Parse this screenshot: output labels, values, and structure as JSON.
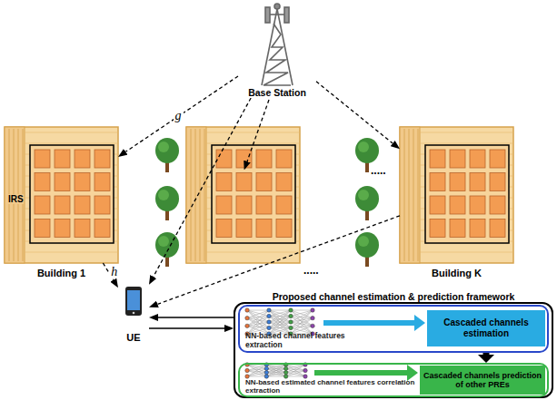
{
  "diagram": {
    "nodes": [
      {
        "text": [
          "Base Station"
        ]
      },
      {
        "text": [
          "IRS",
          "Building 1"
        ]
      },
      {
        "text": [
          "Building K"
        ]
      },
      {
        "text": [
          "UE"
        ]
      },
      {
        "text": [
          "Proposed channel estimation & prediction framework"
        ]
      },
      {
        "text": [
          "NN-based channel features extraction"
        ],
        "in": 4
      },
      {
        "text": [
          "Cascaded channels estimation"
        ],
        "in": 5
      },
      {
        "text": [
          "NN-based estimated channel features correlation extraction"
        ],
        "in": 4
      },
      {
        "text": [
          "Cascaded channels prediction of other PREs"
        ],
        "in": 7
      }
    ],
    "edges": [
      {
        "from": 0,
        "to": 1,
        "arrow": "to",
        "label": "g"
      },
      {
        "from": 1,
        "to": 3,
        "arrow": "to",
        "label": "h"
      },
      {
        "from": 0,
        "to": 2,
        "arrow": "to"
      },
      {
        "from": 2,
        "to": 3,
        "arrow": "to"
      },
      {
        "from": 0,
        "to": 3,
        "arrow": "to"
      },
      {
        "from": 3,
        "to": 4,
        "arrow": "to"
      },
      {
        "from": 4,
        "to": 3,
        "arrow": "to"
      },
      {
        "from": 5,
        "to": 7,
        "arrow": "to"
      }
    ],
    "labels": [
      ".....",
      "....."
    ]
  }
}
